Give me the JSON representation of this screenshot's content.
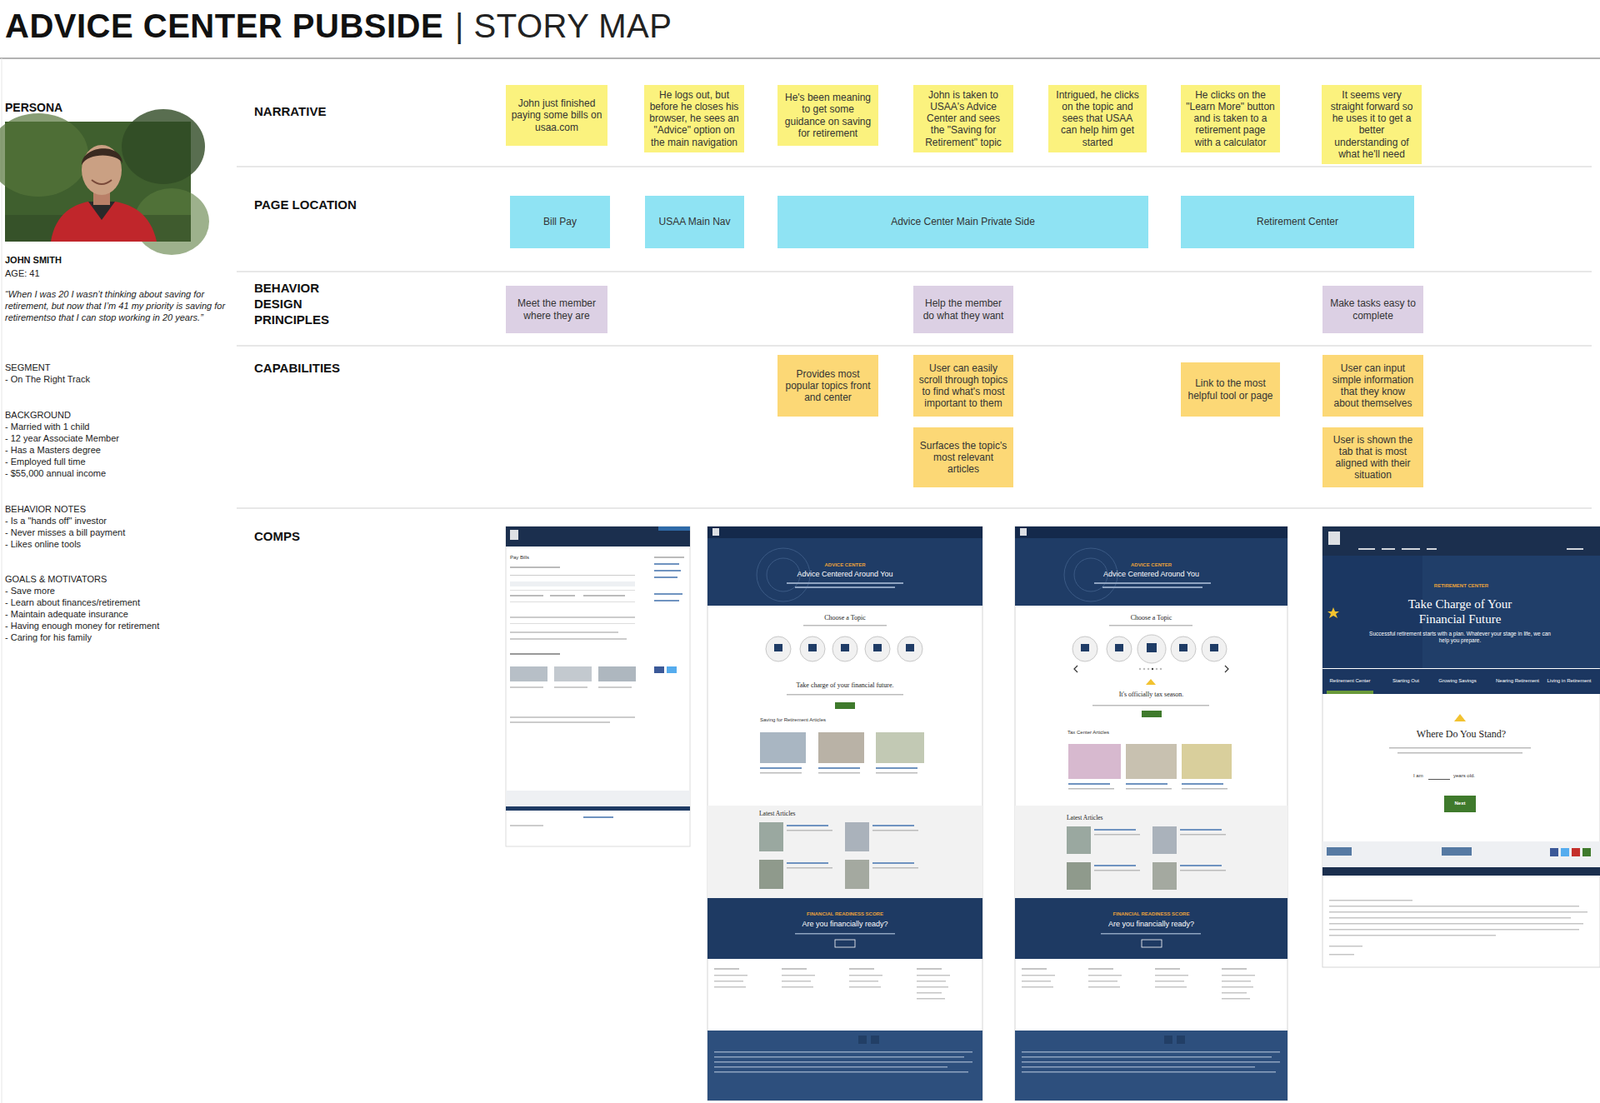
{
  "diagram": {
    "title": "ADVICE CENTER PUBSIDE",
    "nodes": [
      {
        "text": [
          "John just finished paying some bills on usaa.com"
        ]
      },
      {
        "text": [
          "He logs out, but before he closes his browser, he sees an \"Advice\" option on the main navigation"
        ]
      },
      {
        "text": [
          "He's been meaning to get some guidance on saving for retirement"
        ]
      },
      {
        "text": [
          "John is taken to USAA's Advice Center and sees the \"Saving for Retirement\" topic"
        ]
      },
      {
        "text": [
          "Intrigued, he clicks on the topic and sees that USAA can help him get started"
        ]
      },
      {
        "text": [
          "He clicks on the \"Learn More\" button and is taken to a retirement page with a calculator"
        ]
      },
      {
        "text": [
          "It seems very straight forward so he uses it to get a better understanding of what he'll need"
        ]
      },
      {
        "text": [
          "Bill Pay"
        ]
      },
      {
        "text": [
          "USAA Main Nav"
        ]
      },
      {
        "text": [
          "Advice Center Main Private Side"
        ]
      },
      {
        "text": [
          "Retirement Center"
        ]
      },
      {
        "text": [
          "Meet the member where they are"
        ]
      },
      {
        "text": [
          "Help the member do what they want"
        ]
      },
      {
        "text": [
          "Make tasks easy to complete"
        ]
      },
      {
        "text": [
          "Provides most popular topics front and center"
        ]
      },
      {
        "text": [
          "User can easily scroll through topics to find what's most important to them"
        ]
      },
      {
        "text": [
          "Surfaces the topic's most relevant articles"
        ]
      },
      {
        "text": [
          "Link to the most helpful tool or page"
        ]
      },
      {
        "text": [
          "User can input simple information that they know about themselves"
        ]
      },
      {
        "text": [
          "User is shown the tab that is most aligned with their situation"
        ]
      }
    ],
    "labels": [
      "| STORY MAP",
      "PERSONA",
      "JOHN SMITH",
      "AGE: 41",
      "“When I was 20 I wasn’t thinking about saving for retirement, but now that I’m 41 my priority is saving for retirementso that I can stop working in 20 years.”",
      "SEGMENT",
      "- On The Right Track",
      "BACKGROUND",
      "- Married with 1 child",
      "- 12 year Associate Member",
      "- Has a Masters degree",
      "- Employed full time",
      "- $55,000 annual income",
      "BEHAVIOR NOTES",
      "- Is a \"hands off\" investor",
      "- Never misses a bill payment",
      "- Likes online tools",
      "GOALS & MOTIVATORS",
      "- Save more",
      "- Learn about finances/retirement",
      "- Maintain adequate insurance",
      "- Having enough money for retirement",
      "- Caring for his family",
      "NARRATIVE",
      "PAGE LOCATION",
      "BEHAVIOR DESIGN PRINCIPLES",
      "CAPABILITIES",
      "COMPS",
      "Pay Bills",
      "ADVICE CENTER",
      "Advice Centered Around You",
      "Choose a Topic",
      "Take charge of your financial future.",
      "Saving for Retirement Articles",
      "Latest Articles",
      "FINANCIAL READINESS SCORE",
      "Are you financially ready?",
      "ADVICE CENTER",
      "Advice Centered Around You",
      "Choose a Topic",
      "It's officially tax season.",
      "Tax Center Articles",
      "Latest Articles",
      "FINANCIAL READINESS SCORE",
      "Are you financially ready?",
      "RETIREMENT CENTER",
      "Take Charge of Your Financial Future",
      "Successful retirement starts with a plan. Whatever your stage in life, we can help you prepare.",
      "Retirement Center",
      "Starting Out",
      "Growing Savings",
      "Nearing Retirement",
      "Living in Retirement",
      "Where Do You Stand?",
      "I am",
      "years old.",
      "Next"
    ]
  }
}
